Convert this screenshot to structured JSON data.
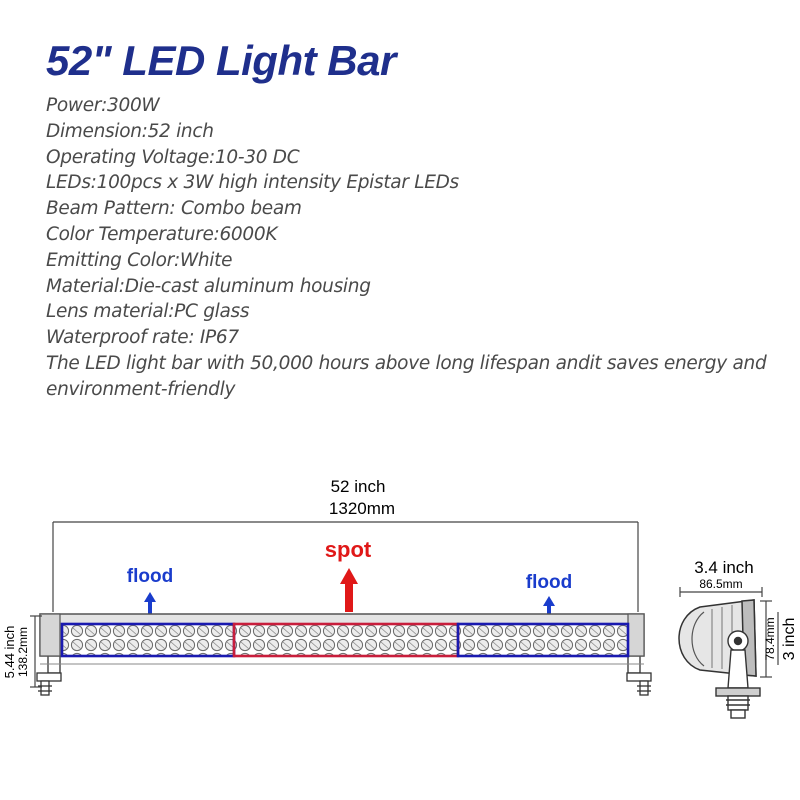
{
  "title": "52\" LED Light Bar",
  "specs": [
    "Power:300W",
    "Dimension:52 inch",
    "Operating Voltage:10-30 DC",
    "LEDs:100pcs x 3W high intensity Epistar LEDs",
    "Beam Pattern: Combo beam",
    "Color Temperature:6000K",
    "Emitting Color:White",
    "Material:Die-cast aluminum housing",
    "Lens material:PC glass",
    "Waterproof rate: IP67",
    "The LED light bar with 50,000 hours above long lifespan andit saves energy and environment-friendly"
  ],
  "diagram": {
    "length_inch": "52 inch",
    "length_mm": "1320mm",
    "height_inch": "5.44 inch",
    "height_mm": "138.2mm",
    "beam_left": "flood",
    "beam_center": "spot",
    "beam_right": "flood",
    "side_width_inch": "3.4 inch",
    "side_width_mm": "86.5mm",
    "side_height_mm": "78.4mm",
    "side_height_inch": "3 inch"
  },
  "colors": {
    "title": "#1f2f8c",
    "spec_text": "#4a4a4a",
    "flood": "#1a3ccc",
    "spot": "#e01818",
    "flood_box": "#1a1ab0",
    "spot_box": "#c81e3c"
  }
}
